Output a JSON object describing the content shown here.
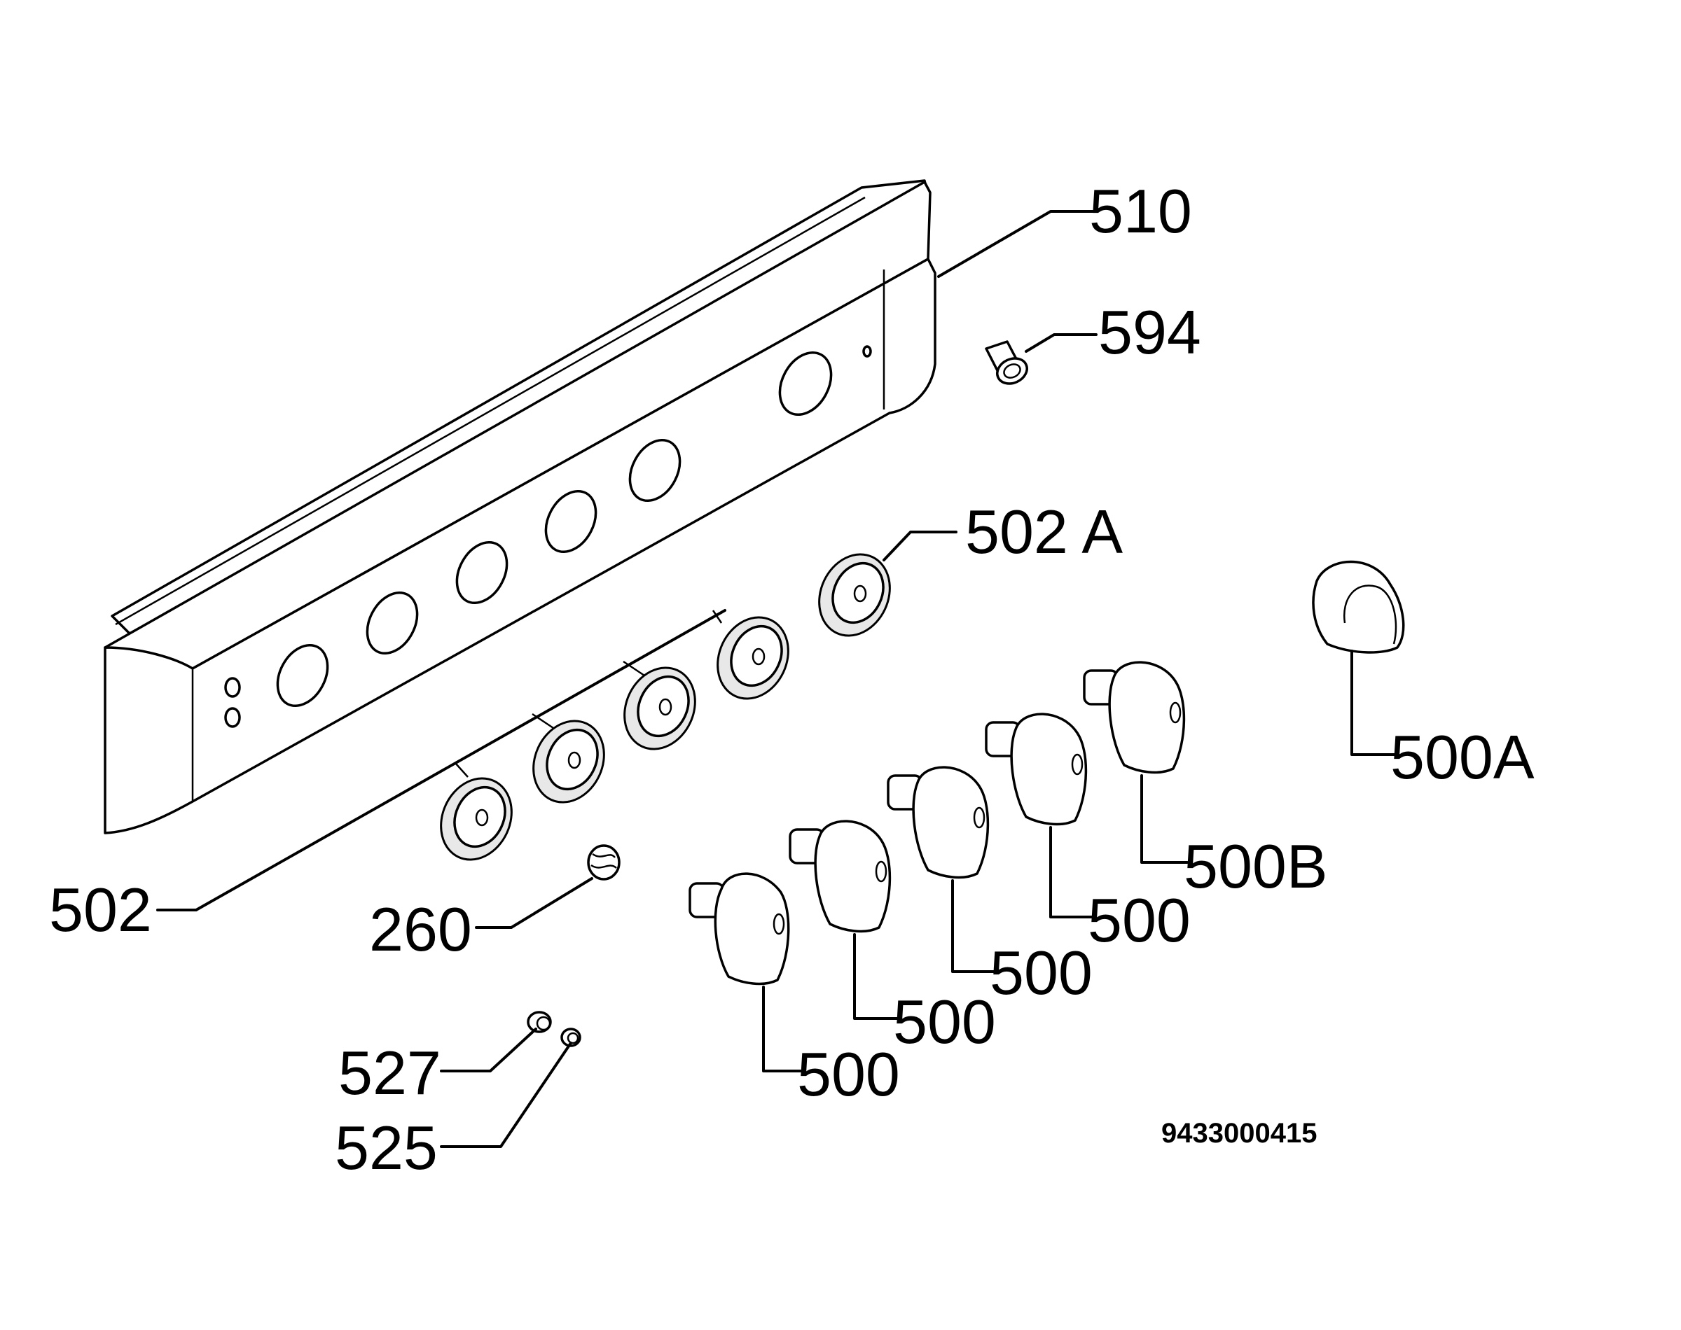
{
  "diagram": {
    "labels": {
      "panel": "510",
      "lamp": "594",
      "bezel_special": "502 A",
      "bezel": "502",
      "spring": "260",
      "knob_special_a": "500A",
      "knob_special_b": "500B",
      "knob_1": "500",
      "knob_2": "500",
      "knob_3": "500",
      "knob_4": "500",
      "indicator_1": "527",
      "indicator_2": "525"
    },
    "drawing_number": "9433000415"
  }
}
